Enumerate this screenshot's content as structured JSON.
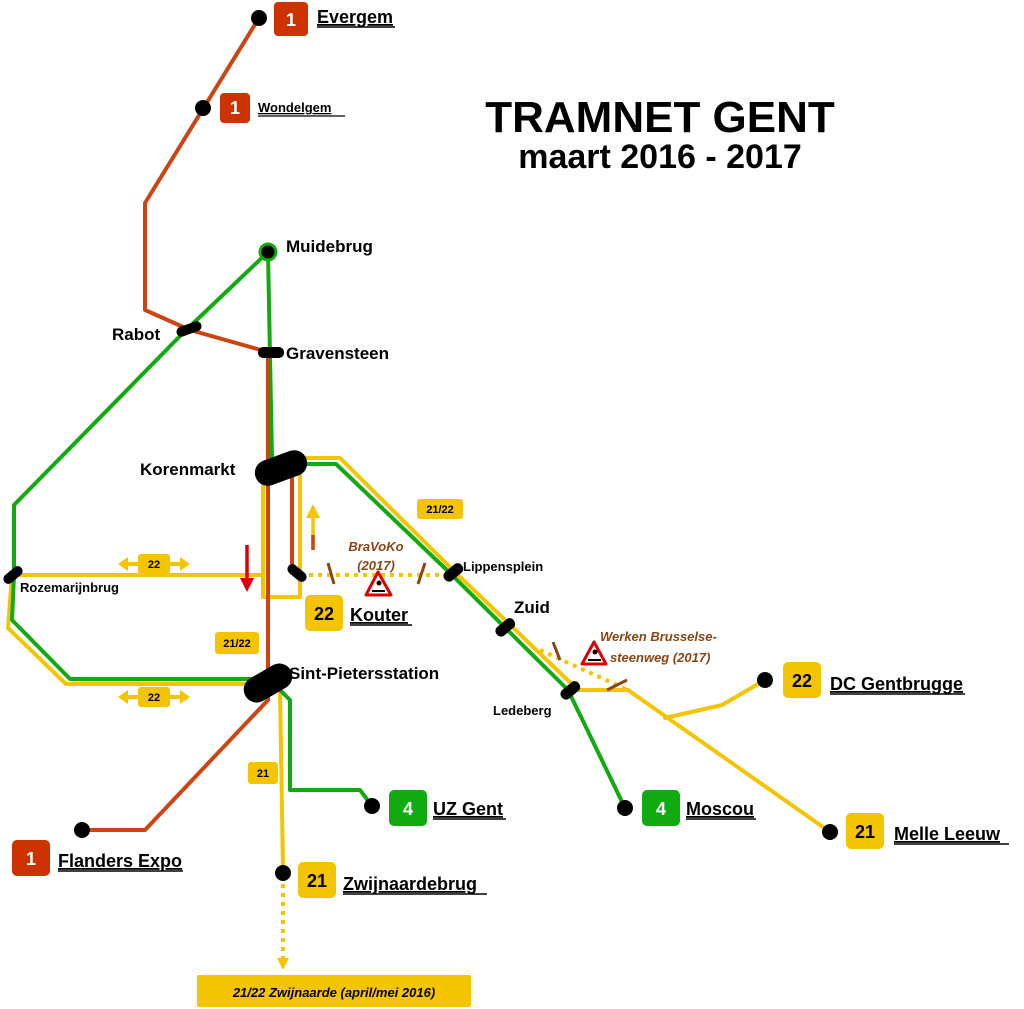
{
  "title": {
    "line1": "TRAMNET GENT",
    "line2": "maart 2016 - 2017"
  },
  "colors": {
    "line1": "#CC4411",
    "line4": "#11AA11",
    "line21_22": "#F5C400",
    "works": "#8B4513",
    "arrow_red": "#DD0000",
    "arrow_yellow": "#F5C400"
  },
  "stations": {
    "muidebrug": "Muidebrug",
    "rabot": "Rabot",
    "gravensteen": "Gravensteen",
    "korenmarkt": "Korenmarkt",
    "rozemarijnbrug": "Rozemarijnbrug",
    "lippensplein": "Lippensplein",
    "zuid": "Zuid",
    "ledeberg": "Ledeberg",
    "sint_pietersstation": "Sint-Pietersstation"
  },
  "terminals": {
    "evergem": {
      "line": "1",
      "name": "Evergem"
    },
    "wondelgem": {
      "line": "1",
      "name": "Wondelgem"
    },
    "kouter": {
      "line": "22",
      "name": "Kouter"
    },
    "dc_gentbrugge": {
      "line": "22",
      "name": "DC Gentbrugge"
    },
    "uz_gent": {
      "line": "4",
      "name": "UZ Gent"
    },
    "moscou": {
      "line": "4",
      "name": "Moscou"
    },
    "melle_leeuw": {
      "line": "21",
      "name": "Melle Leeuw"
    },
    "flanders_expo": {
      "line": "1",
      "name": "Flanders Expo"
    },
    "zwijnaardebrug": {
      "line": "21",
      "name": "Zwijnaardebrug"
    }
  },
  "tags": {
    "korenmarkt_lippens": "21/22",
    "rozemarijn_top": "22",
    "rozemarijn_bottom": "22",
    "sint_pieters_top": "21/22",
    "line21_south": "21"
  },
  "works": {
    "bravoko_name": "BraVoKo",
    "bravoko_year": "(2017)",
    "brussels_line1": "Werken Brusselse-",
    "brussels_line2": "steenweg (2017)"
  },
  "note": {
    "zwijnaarde": "21/22 Zwijnaarde (april/mei 2016)"
  }
}
